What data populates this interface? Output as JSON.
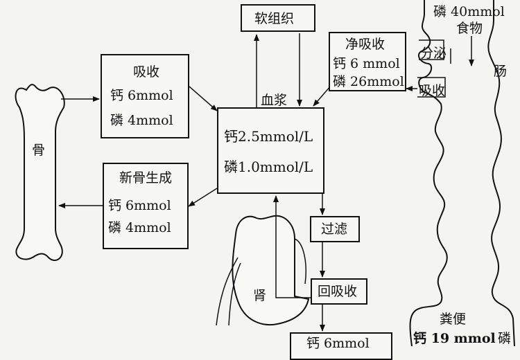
{
  "soft_tissue": {
    "label": "软组织"
  },
  "absorption": {
    "title": "吸收",
    "ca": "钙 6mmol",
    "p": "磷 4mmol"
  },
  "net_absorption": {
    "title": "净吸收",
    "ca": "钙 6 mmol",
    "p": "磷 26mmol"
  },
  "new_bone": {
    "title": "新骨生成",
    "ca": "钙 6mmol",
    "p": "磷 4mmol"
  },
  "plasma": {
    "label": "血浆",
    "ca": "钙2.5mmol/L",
    "p": "磷1.0mmol/L"
  },
  "filtration": {
    "label": "过滤"
  },
  "reabsorption": {
    "label": "回吸收"
  },
  "urine": {
    "ca": "钙 6mmol"
  },
  "bone": {
    "label": "骨"
  },
  "kidney": {
    "label": "肾"
  },
  "intestine": {
    "food_p": "磷 40mmol",
    "food": "食物",
    "secretion": "分泌",
    "absorb": "吸收",
    "gut": "肠",
    "feces": "粪便",
    "feces_ca": "钙 19 mmol",
    "feces_p": "磷"
  }
}
